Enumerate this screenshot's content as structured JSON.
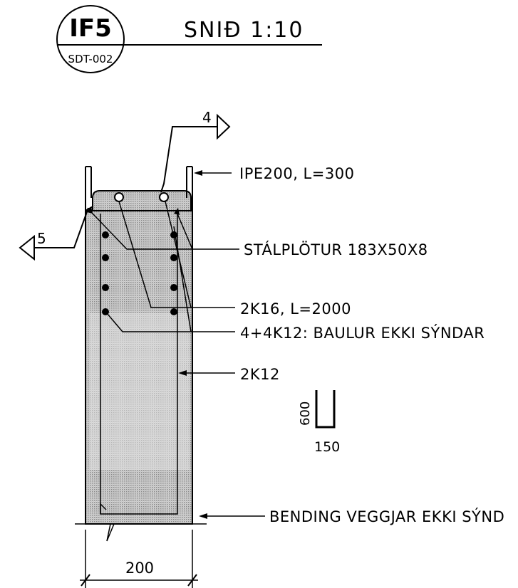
{
  "title_block": {
    "detail_number": "IF5",
    "sheet_ref": "SDT-002",
    "title": "SNIÐ 1:10"
  },
  "section_markers": [
    {
      "id": "top",
      "label": "4"
    },
    {
      "id": "left",
      "label": "5"
    }
  ],
  "callouts": [
    {
      "id": "ipe",
      "text": "IPE200, L=300"
    },
    {
      "id": "plates",
      "text": "STÁLPLÖTUR 183X50X8"
    },
    {
      "id": "2k16",
      "text": "2K16, L=2000"
    },
    {
      "id": "4k12",
      "text": "4+4K12: BAULUR EKKI SÝNDAR"
    },
    {
      "id": "2k12",
      "text": "2K12"
    },
    {
      "id": "bending",
      "text": "BENDING VEGGJAR EKKI SÝND"
    }
  ],
  "bar_shape": {
    "height_label": "600",
    "width_label": "150"
  },
  "dimension": {
    "width_label": "200"
  }
}
